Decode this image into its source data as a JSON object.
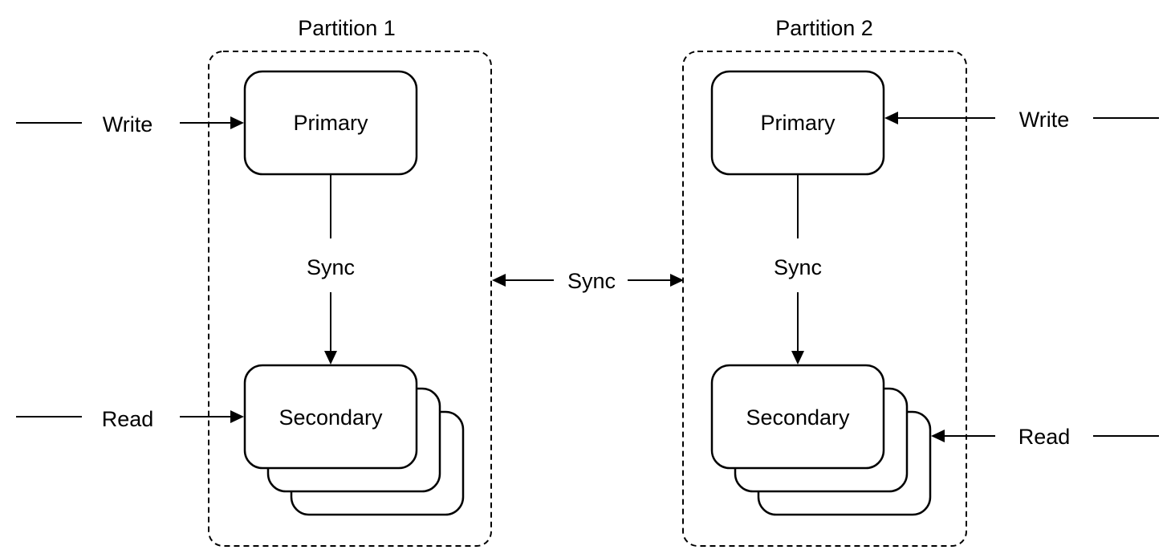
{
  "partitions": [
    {
      "title": "Partition 1",
      "primary_label": "Primary",
      "secondary_label": "Secondary",
      "internal_sync_label": "Sync",
      "write_label": "Write",
      "read_label": "Read"
    },
    {
      "title": "Partition 2",
      "primary_label": "Primary",
      "secondary_label": "Secondary",
      "internal_sync_label": "Sync",
      "write_label": "Write",
      "read_label": "Read"
    }
  ],
  "cross_sync_label": "Sync"
}
